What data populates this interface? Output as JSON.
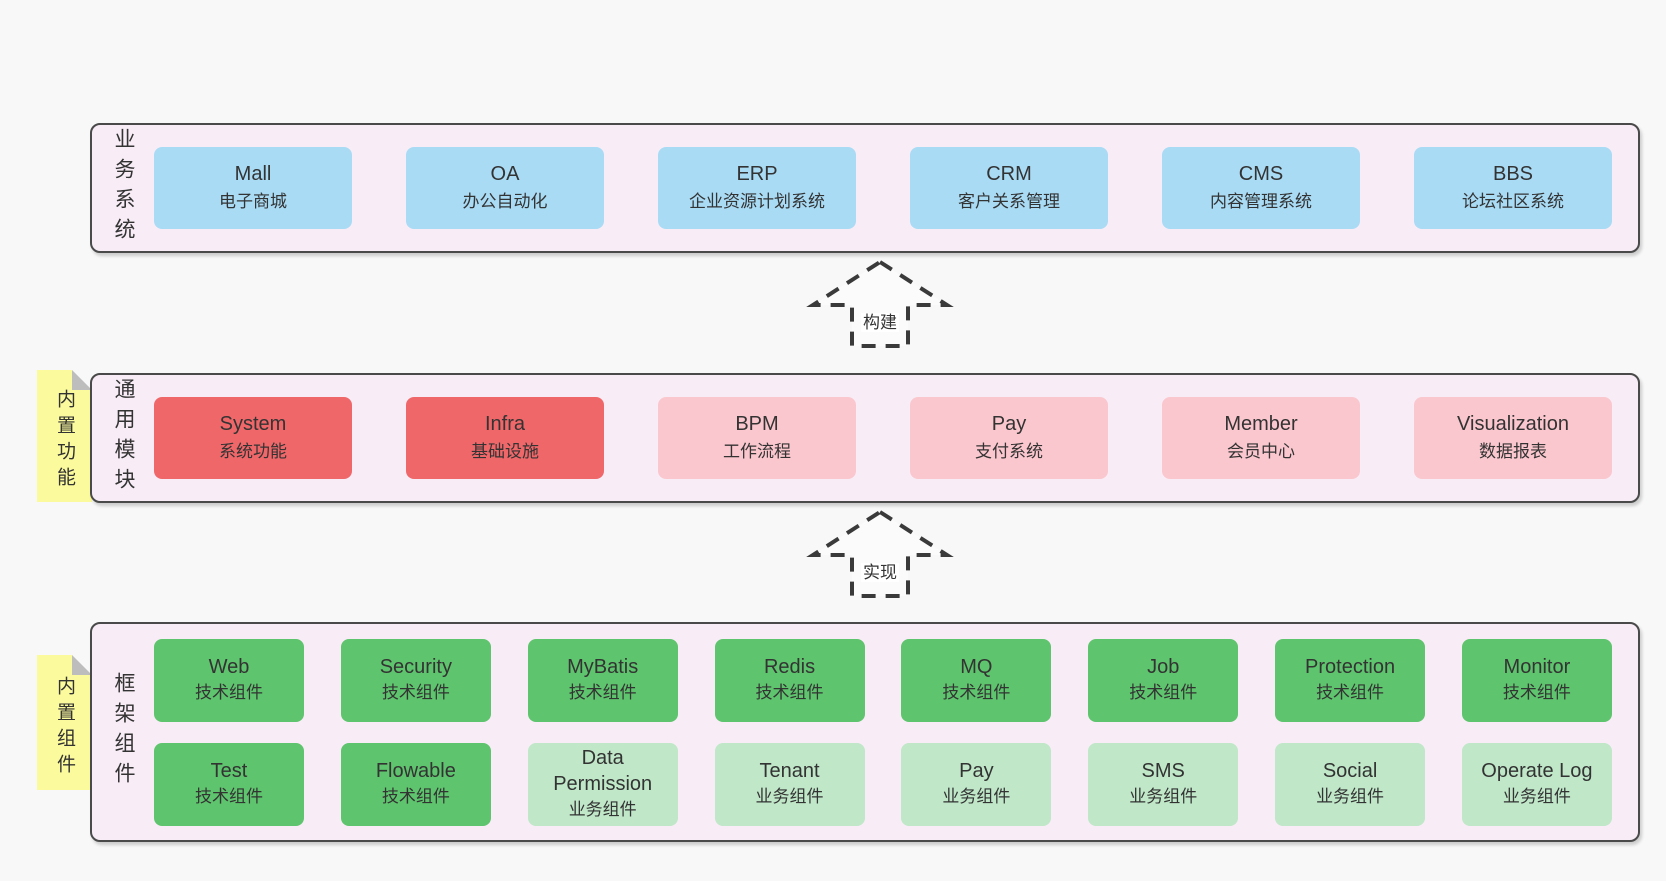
{
  "colors": {
    "page-bg": "#f8f8f8",
    "panel-bg": "#f8edf6",
    "panel-border": "#4a4a4a",
    "box-blue": "#a9dbf5",
    "box-red": "#f0676a",
    "box-pink": "#fbc7ce",
    "box-green": "#5ec46d",
    "box-green-light": "#bfe7c8",
    "sticky-yellow": "#fbfa9d",
    "sticky-fold": "#bdbdbd",
    "text": "#333333"
  },
  "arrows": [
    {
      "label": "构建"
    },
    {
      "label": "实现"
    }
  ],
  "tiers": [
    {
      "label": "业务系统",
      "boxes": [
        {
          "name": "Mall",
          "desc": "电子商城"
        },
        {
          "name": "OA",
          "desc": "办公自动化"
        },
        {
          "name": "ERP",
          "desc": "企业资源计划系统"
        },
        {
          "name": "CRM",
          "desc": "客户关系管理"
        },
        {
          "name": "CMS",
          "desc": "内容管理系统"
        },
        {
          "name": "BBS",
          "desc": "论坛社区系统"
        }
      ]
    },
    {
      "label": "通用模块",
      "sticky": "内置功能",
      "boxes": [
        {
          "name": "System",
          "desc": "系统功能"
        },
        {
          "name": "Infra",
          "desc": "基础设施"
        },
        {
          "name": "BPM",
          "desc": "工作流程"
        },
        {
          "name": "Pay",
          "desc": "支付系统"
        },
        {
          "name": "Member",
          "desc": "会员中心"
        },
        {
          "name": "Visualization",
          "desc": "数据报表"
        }
      ]
    },
    {
      "label": "框架组件",
      "sticky": "内置组件",
      "rows": [
        [
          {
            "name": "Web",
            "desc": "技术组件"
          },
          {
            "name": "Security",
            "desc": "技术组件"
          },
          {
            "name": "MyBatis",
            "desc": "技术组件"
          },
          {
            "name": "Redis",
            "desc": "技术组件"
          },
          {
            "name": "MQ",
            "desc": "技术组件"
          },
          {
            "name": "Job",
            "desc": "技术组件"
          },
          {
            "name": "Protection",
            "desc": "技术组件"
          },
          {
            "name": "Monitor",
            "desc": "技术组件"
          }
        ],
        [
          {
            "name": "Test",
            "desc": "技术组件"
          },
          {
            "name": "Flowable",
            "desc": "技术组件"
          },
          {
            "name": "Data Permission",
            "desc": "业务组件"
          },
          {
            "name": "Tenant",
            "desc": "业务组件"
          },
          {
            "name": "Pay",
            "desc": "业务组件"
          },
          {
            "name": "SMS",
            "desc": "业务组件"
          },
          {
            "name": "Social",
            "desc": "业务组件"
          },
          {
            "name": "Operate Log",
            "desc": "业务组件"
          }
        ]
      ]
    }
  ]
}
